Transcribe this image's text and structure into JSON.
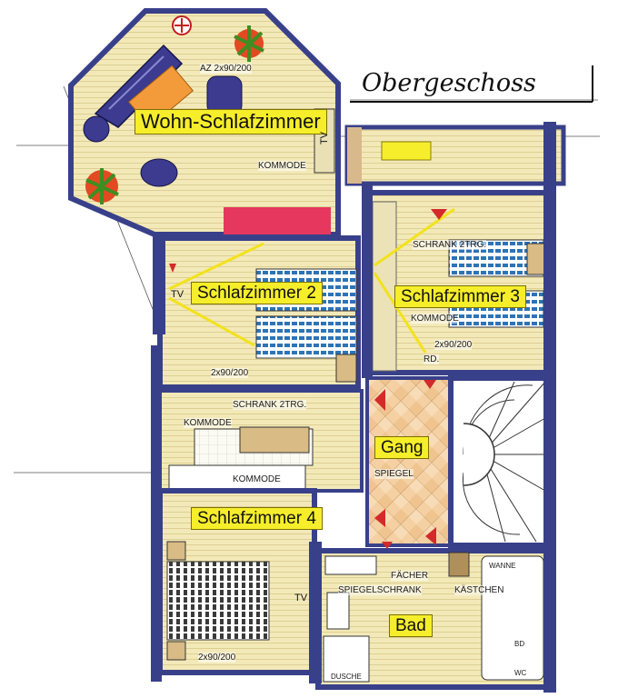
{
  "title": "Obergeschoss",
  "colors": {
    "wall": "#39408a",
    "floor_wood": "#f3e9b8",
    "tile": "#f3cfa0",
    "label": "#f6ee2a",
    "bed": "#2d73b6",
    "accent_red": "#d42a2a",
    "magenta": "#e6375e"
  },
  "rooms": {
    "wohn": "Wohn-Schlafzimmer",
    "schlaf2": "Schlafzimmer 2",
    "schlaf3": "Schlafzimmer 3",
    "schlaf4": "Schlafzimmer 4",
    "gang": "Gang",
    "bad": "Bad"
  },
  "furniture": {
    "az": "AZ 2x90/200",
    "kommode": "KOMMODE",
    "schrank": "SCHRANK 2TRG.",
    "bed_schlaf2": "2x90/200",
    "bed_schlaf3": "2x90/200",
    "bed_schlaf4": "2x90/200",
    "rd": "RD.",
    "spiegel": "SPIEGEL",
    "faecher": "FÄCHER",
    "spiegelschrank": "SPIEGELSCHRANK",
    "kaestchen": "KÄSTCHEN",
    "wanne": "WANNE",
    "dusche": "DUSCHE",
    "bd": "BD",
    "wc": "WC",
    "tv": "TV"
  }
}
